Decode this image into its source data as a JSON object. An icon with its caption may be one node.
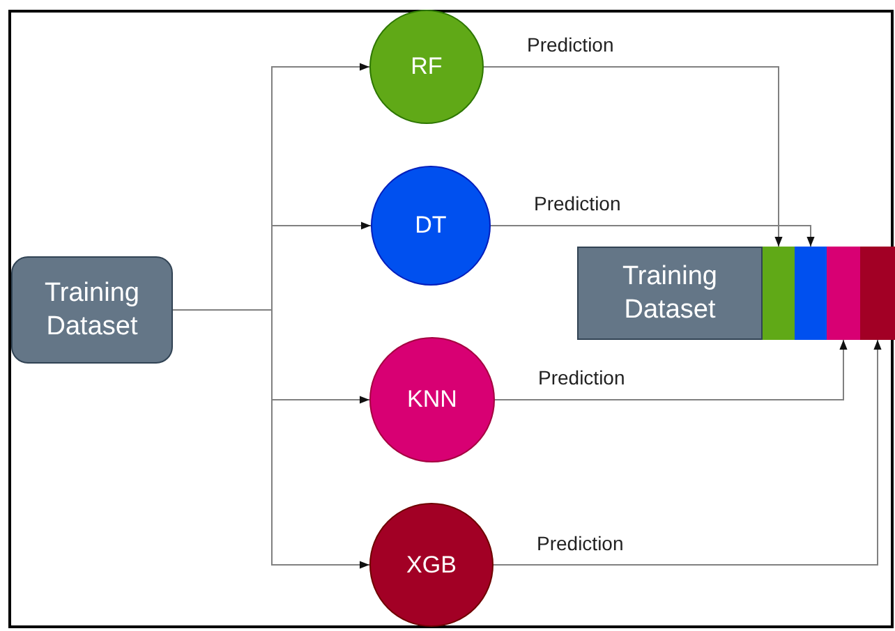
{
  "diagram": {
    "nodes": [
      {
        "text": [
          "Training Dataset"
        ]
      },
      {
        "text": [
          "RF"
        ]
      },
      {
        "text": [
          "DT"
        ]
      },
      {
        "text": [
          "KNN"
        ]
      },
      {
        "text": [
          "XGB"
        ]
      },
      {
        "text": [
          "Training Dataset"
        ]
      },
      {
        "text": [],
        "shape": "box"
      },
      {
        "text": [],
        "shape": "box"
      },
      {
        "text": [],
        "shape": "box"
      },
      {
        "text": [],
        "shape": "box"
      }
    ],
    "edges": [
      {
        "from": 0,
        "to": 1,
        "arrow": "to"
      },
      {
        "from": 0,
        "to": 2,
        "arrow": "to"
      },
      {
        "from": 0,
        "to": 3,
        "arrow": "to"
      },
      {
        "from": 0,
        "to": 4,
        "arrow": "to"
      },
      {
        "from": 1,
        "to": 6,
        "arrow": "to",
        "label": "Prediction"
      },
      {
        "from": 2,
        "to": 7,
        "arrow": "to",
        "label": "Prediction"
      },
      {
        "from": 3,
        "to": 8,
        "arrow": "to",
        "label": "Prediction"
      },
      {
        "from": 4,
        "to": 9,
        "arrow": "to",
        "label": "Prediction"
      }
    ]
  }
}
